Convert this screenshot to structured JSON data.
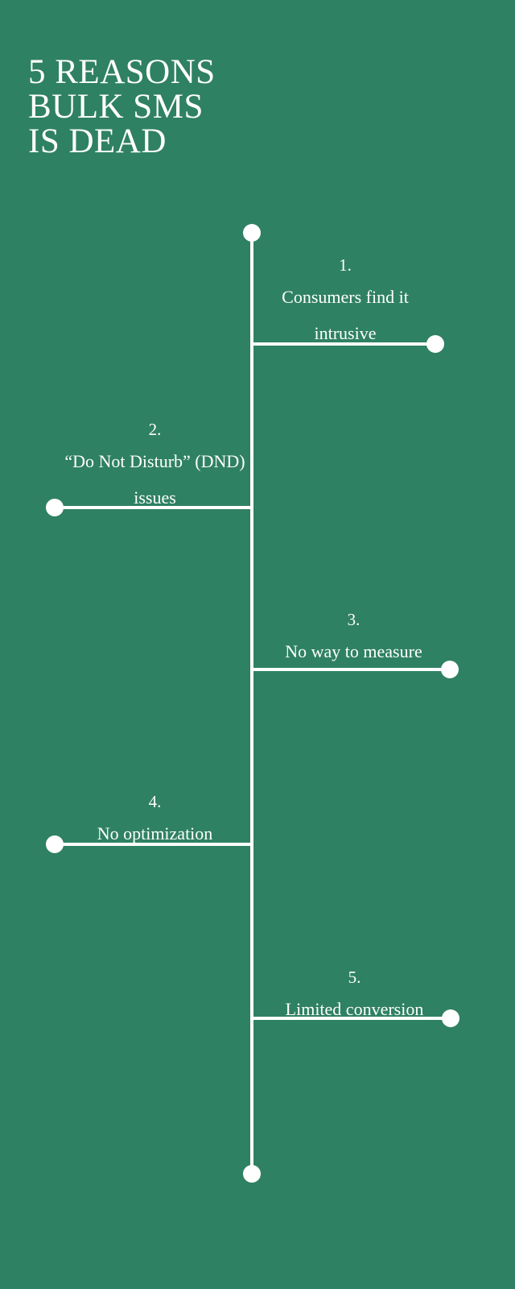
{
  "theme": {
    "background_color": "#2f8163",
    "foreground_color": "#ffffff"
  },
  "title": {
    "full": "5 REASONS BULK SMS IS DEAD",
    "lines": [
      "5 REASONS",
      "BULK SMS",
      "IS DEAD"
    ]
  },
  "timeline": {
    "items": [
      {
        "number": "1.",
        "text": "Consumers find it intrusive",
        "side": "right"
      },
      {
        "number": "2.",
        "text": "“Do Not Disturb” (DND) issues",
        "side": "left"
      },
      {
        "number": "3.",
        "text": "No way to measure",
        "side": "right"
      },
      {
        "number": "4.",
        "text": "No optimization",
        "side": "left"
      },
      {
        "number": "5.",
        "text": "Limited conversion",
        "side": "right"
      }
    ]
  }
}
